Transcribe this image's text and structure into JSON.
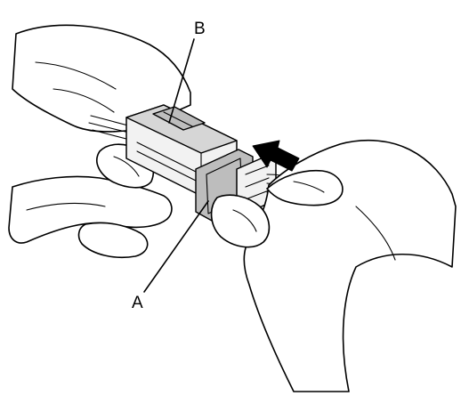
{
  "figure": {
    "callouts": [
      {
        "id": "B",
        "text": "B"
      },
      {
        "id": "A",
        "text": "A"
      }
    ],
    "arrow_direction": "left",
    "colors": {
      "line": "#000000",
      "background": "#ffffff",
      "part_fill": "#f2f2f2",
      "lock_fill": "#bdbdbd"
    }
  }
}
